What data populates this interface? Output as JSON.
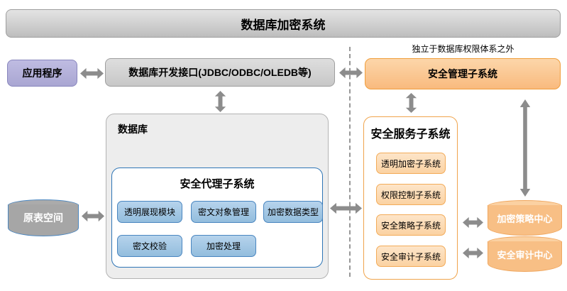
{
  "banner": {
    "title": "数据库加密系统"
  },
  "annotation": "独立于数据库权限体系之外",
  "left_column": {
    "app": "应用程序",
    "source_space": "原表空间"
  },
  "middle": {
    "api": "数据库开发接口(JDBC/ODBC/OLEDB等)",
    "database_label": "数据库",
    "agent": {
      "title": "安全代理子系统",
      "row1": [
        "透明展现模块",
        "密文对象管理",
        "加密数据类型"
      ],
      "row2": [
        "密文校验",
        "加密处理"
      ]
    }
  },
  "right": {
    "management": "安全管理子系统",
    "service": {
      "title": "安全服务子系统",
      "items": [
        "透明加密子系统",
        "权限控制子系统",
        "安全策略子系统",
        "安全审计子系统"
      ]
    },
    "centers": [
      "加密策略中心",
      "安全审计中心"
    ]
  },
  "colors": {
    "orange_accent": "#f09e3c",
    "blue_accent": "#2e75b6",
    "purple_fill": "#aca9d4",
    "gray_fill": "#d0d0d0",
    "arrow_gray": "#8c8c8c"
  }
}
